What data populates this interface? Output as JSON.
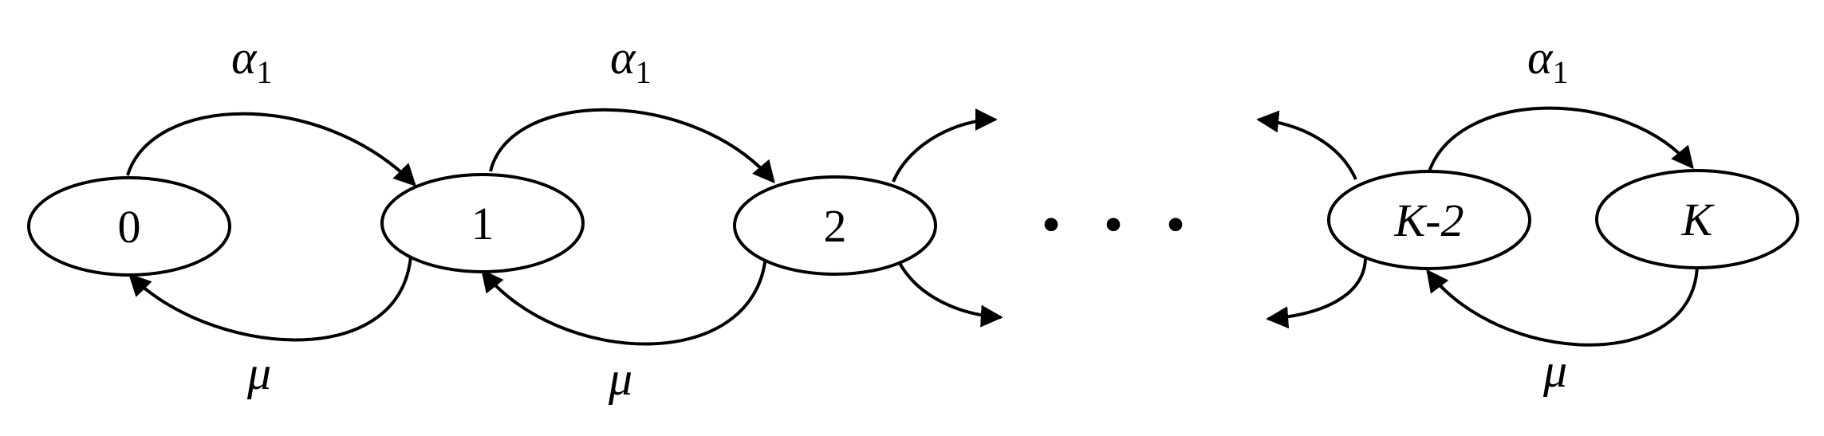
{
  "diagram": {
    "states": [
      {
        "id": "s0",
        "label": "0",
        "italic": false
      },
      {
        "id": "s1",
        "label": "1",
        "italic": false
      },
      {
        "id": "s2",
        "label": "2",
        "italic": false
      },
      {
        "id": "sK2",
        "label": "K-2",
        "italic": true
      },
      {
        "id": "sK",
        "label": "K",
        "italic": true
      }
    ],
    "forward_rate": {
      "symbol": "α",
      "subscript": "1"
    },
    "backward_rate": {
      "symbol": "μ"
    },
    "ellipsis": "• • •",
    "colors": {
      "stroke": "#000000",
      "background": "#ffffff"
    }
  }
}
